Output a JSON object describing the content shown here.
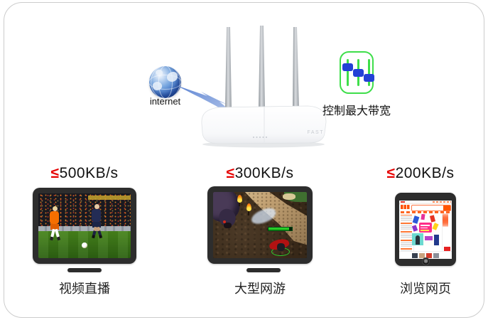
{
  "internet": {
    "label": "internet"
  },
  "router": {
    "brand": "FAST"
  },
  "bandwidth_control": {
    "label": "控制最大带宽",
    "frame_green": "#3ede4a",
    "handle_blue": "#2340d6"
  },
  "devices": [
    {
      "speed_symbol": "≤",
      "speed": "500KB/s",
      "label": "视频直播",
      "screen": "soccer-live-video"
    },
    {
      "speed_symbol": "≤",
      "speed": "300KB/s",
      "label": "大型网游",
      "screen": "online-game"
    },
    {
      "speed_symbol": "≤",
      "speed": "200KB/s",
      "label": "浏览网页",
      "screen": "shopping-webpage"
    }
  ],
  "colors": {
    "limit_symbol_red": "#e60000",
    "label_text": "#1a1a1a",
    "border_grey": "#cccccc",
    "taobao_orange": "#ff5500"
  }
}
